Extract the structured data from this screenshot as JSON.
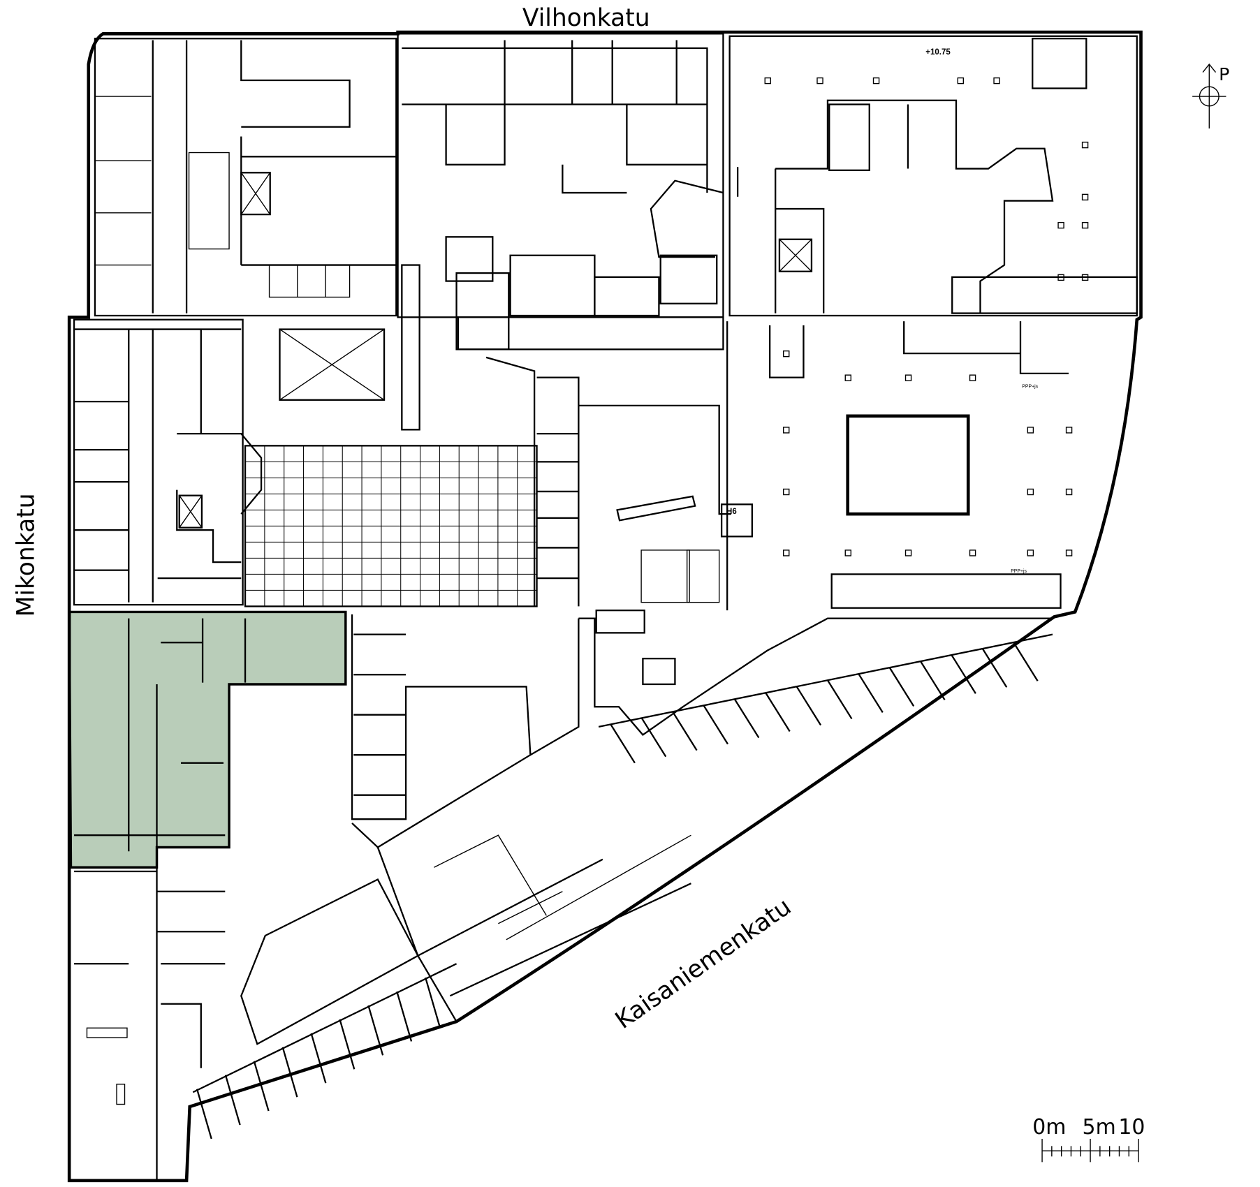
{
  "streets": {
    "north": "Vilhonkatu",
    "west": "Mikonkatu",
    "southeast": "Kaisaniemenkatu"
  },
  "labels": {
    "elevation": "+10.75",
    "room_h6": "H6",
    "ppp_1": "PPP+js",
    "ppp_2": "PPP+js"
  },
  "north_arrow": {
    "letter": "P"
  },
  "scale_bar": {
    "label_0": "0m",
    "label_5": "5m",
    "label_10": "10"
  },
  "colors": {
    "highlight": "#b9cdb9",
    "line": "#000000"
  }
}
